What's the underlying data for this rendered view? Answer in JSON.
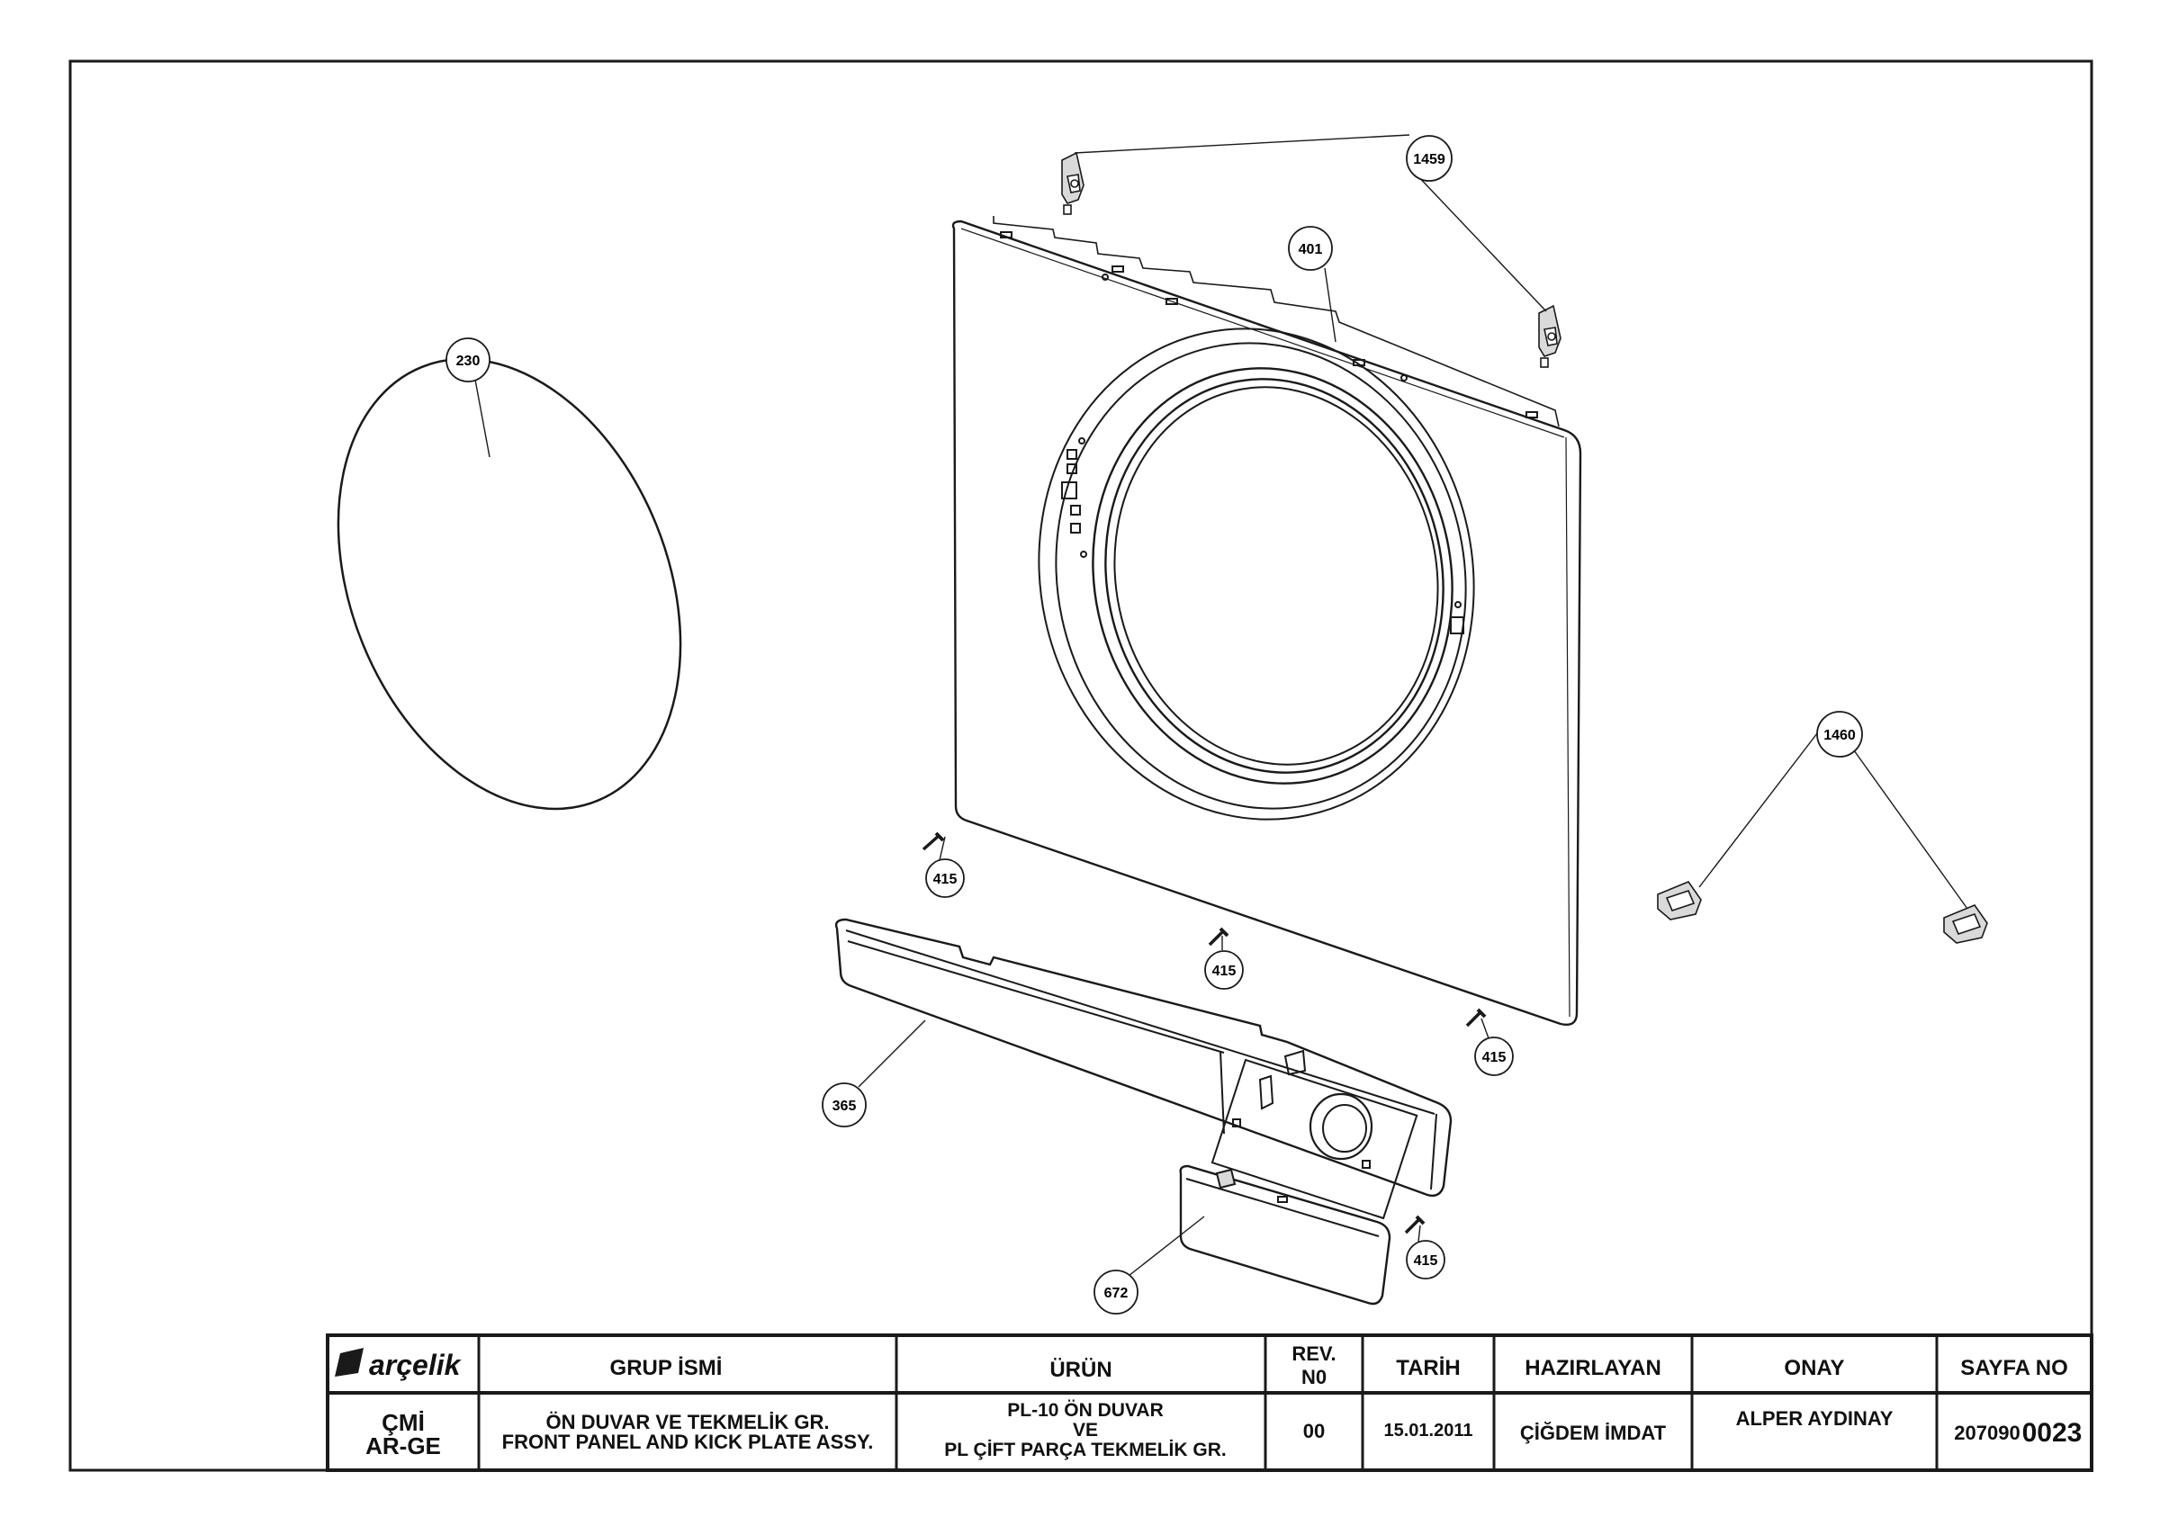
{
  "callouts": {
    "c1459": "1459",
    "c401": "401",
    "c230": "230",
    "c1460": "1460",
    "c415": "415",
    "c365": "365",
    "c672": "672"
  },
  "title_block": {
    "logo": "arçelik",
    "headers": {
      "group": "GRUP İSMİ",
      "product": "ÜRÜN",
      "rev_line1": "REV.",
      "rev_line2": "N0",
      "date": "TARİH",
      "prepared": "HAZIRLAYAN",
      "approval": "ONAY",
      "page": "SAYFA NO"
    },
    "values": {
      "dept_line1": "ÇMİ",
      "dept_line2": "AR-GE",
      "group_line1": "ÖN DUVAR VE TEKMELİK GR.",
      "group_line2": "FRONT PANEL AND KICK PLATE ASSY.",
      "product_line1": "PL-10 ÖN DUVAR",
      "product_line2": "VE",
      "product_line3": "PL ÇİFT PARÇA TEKMELİK GR.",
      "rev": "00",
      "date": "15.01.2011",
      "prepared": "ÇİĞDEM İMDAT",
      "approval": "ALPER AYDINAY",
      "page_prefix": "207090",
      "page_number": "0023"
    }
  },
  "colors": {
    "line": "#1a1a1a",
    "part_fill": "#ffffff",
    "part_shade": "#d9d9d9"
  }
}
